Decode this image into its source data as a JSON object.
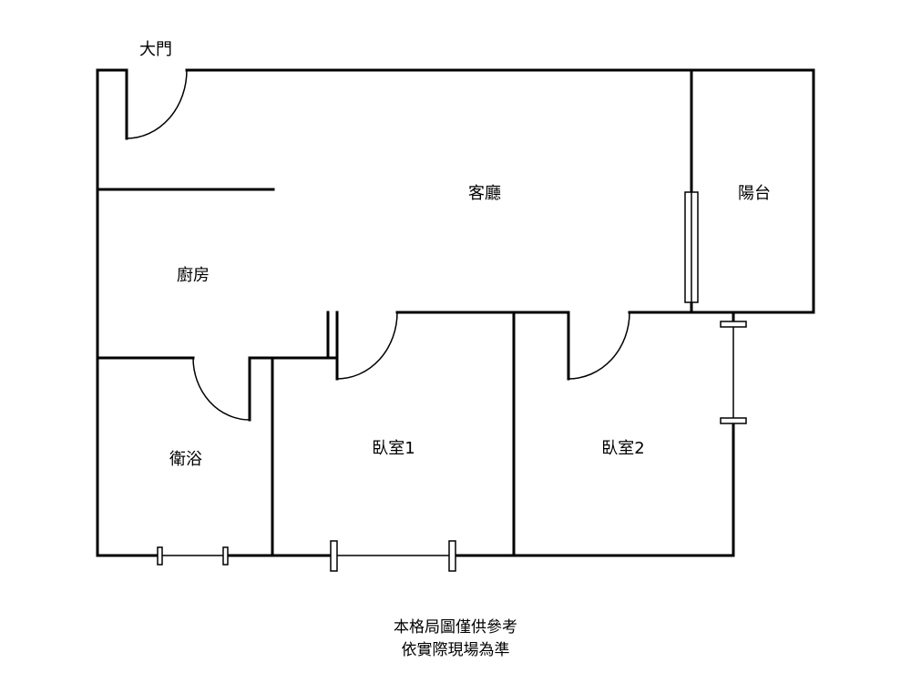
{
  "labels": {
    "front_door": "大門",
    "living_room": "客廳",
    "balcony": "陽台",
    "kitchen": "廚房",
    "bathroom": "衛浴",
    "bedroom1": "臥室1",
    "bedroom2": "臥室2"
  },
  "disclaimer": {
    "line1": "本格局圖僅供參考",
    "line2": "依實際現場為準"
  }
}
